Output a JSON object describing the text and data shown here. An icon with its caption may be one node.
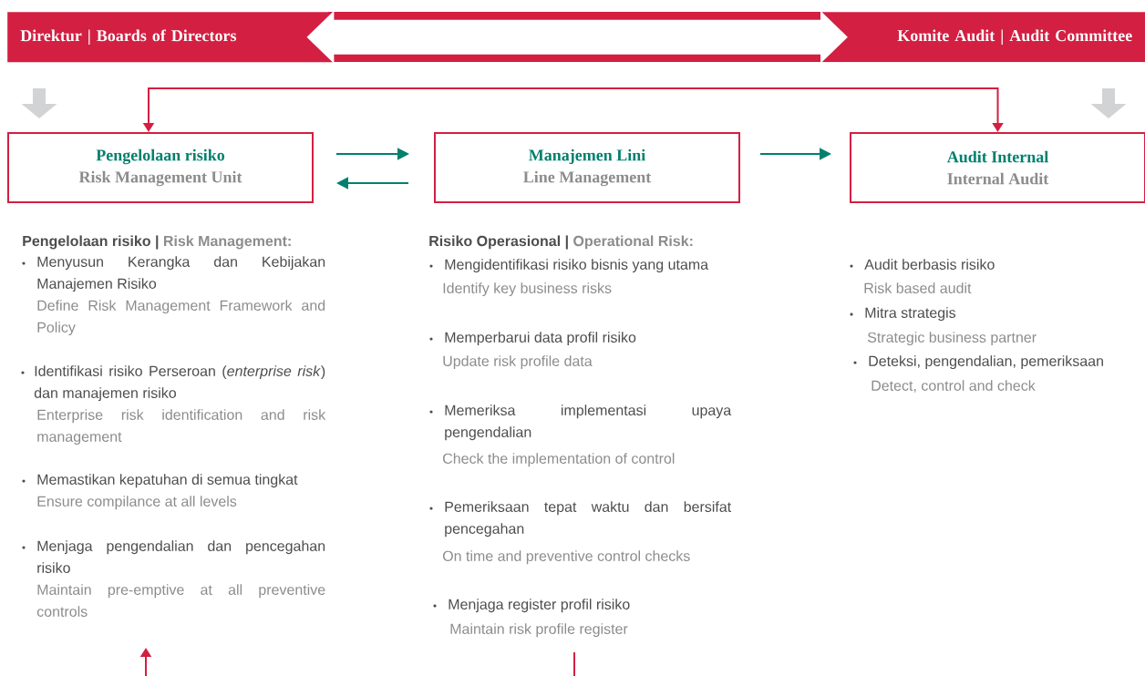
{
  "diagram": {
    "nodes": [
      {
        "text": [
          "Direktur | Boards of Directors"
        ]
      },
      {
        "text": [
          "Komite Audit | Audit Committee"
        ]
      },
      {
        "text": [
          "Pengelolaan risiko",
          "Risk Management Unit"
        ]
      },
      {
        "text": [
          "Manajemen Lini",
          "Line Management"
        ]
      },
      {
        "text": [
          "Audit Internal",
          "Internal Audit"
        ]
      }
    ],
    "edges": [
      {
        "from": 0,
        "to": 1,
        "arrow": "both",
        "style": "thick",
        "color": "#ffffff"
      },
      {
        "from": 2,
        "to": 3,
        "arrow": "to"
      },
      {
        "from": 3,
        "to": 2,
        "arrow": "to"
      },
      {
        "from": 3,
        "to": 4,
        "arrow": "to"
      },
      {
        "from": 2,
        "to": 4,
        "arrow": "both",
        "color": "#d31f42"
      }
    ],
    "labels": [
      "Pengelolaan risiko |",
      "Risk Management:",
      "Menyusun Kerangka dan Kebijakan Manajemen Risiko",
      "Define Risk Management Framework and Policy",
      "Identifikasi risiko Perseroan (*enterprise risk*) dan manajemen risiko",
      "Enterprise risk identification and risk management",
      "Memastikan kepatuhan di semua tingkat",
      "Ensure compilance at all levels",
      "Menjaga pengendalian dan pencegahan risiko",
      "Maintain pre-emptive at all preventive controls",
      "Risiko Operasional |",
      "Operational Risk:",
      "Mengidentifikasi risiko bisnis yang utama",
      "Identify key business risks",
      "Memperbarui data profil risiko",
      "Update risk profile data",
      "Memeriksa implementasi upaya pengendalian",
      "Check the implementation of control",
      "Pemeriksaan tepat waktu dan bersifat pencegahan",
      "On time and preventive control checks",
      "Menjaga register profil risiko",
      "Maintain risk profile register",
      "Audit berbasis risiko",
      "Risk based audit",
      "Mitra strategis",
      "Strategic business partner",
      "Deteksi, pengendalian, pemeriksaan",
      "Detect, control and check"
    ]
  }
}
